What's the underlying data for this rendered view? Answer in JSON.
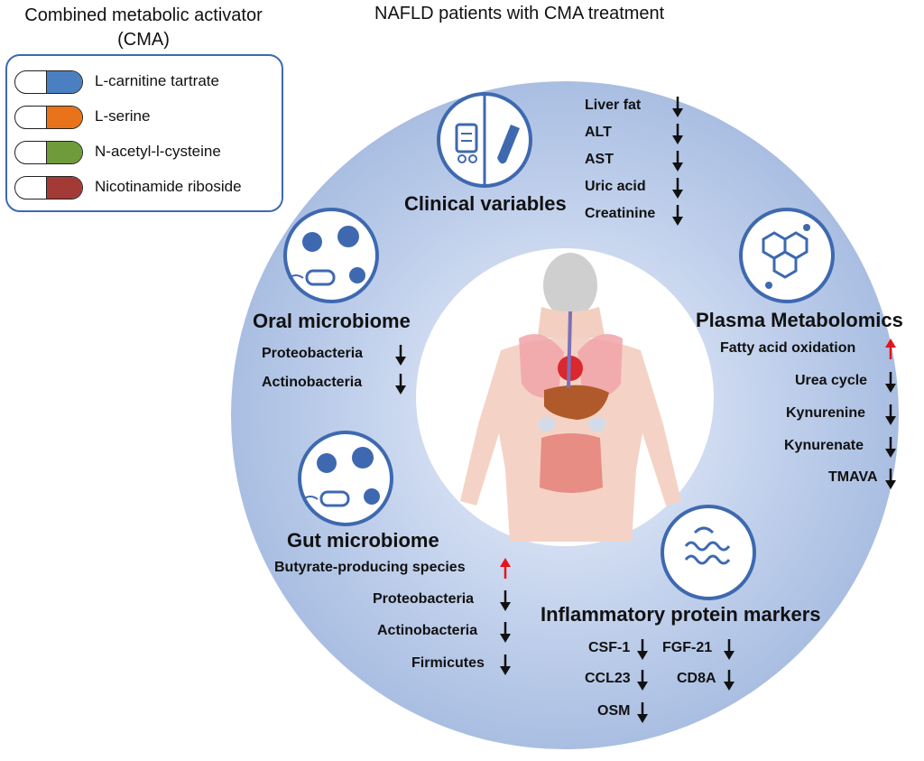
{
  "cma": {
    "title_line1": "Combined metabolic activator",
    "title_line2": "(CMA)",
    "components": [
      {
        "label": "L-carnitine tartrate",
        "color": "#4a7fc1"
      },
      {
        "label": "L-serine",
        "color": "#e8731a"
      },
      {
        "label": "N-acetyl-l-cysteine",
        "color": "#6f9b3a"
      },
      {
        "label": "Nicotinamide riboside",
        "color": "#a33a36"
      }
    ]
  },
  "main_title": "NAFLD patients with CMA treatment",
  "colors": {
    "ring_outer": "#a9bee2",
    "ring_inner": "#e4ebf7",
    "icon_stroke": "#3e69b0",
    "up_arrow": "#e3141b",
    "down_arrow": "#111111"
  },
  "clinical": {
    "title": "Clinical variables",
    "icon": "clinical-monitor-and-test-tube-icon",
    "items": [
      {
        "label": "Liver fat",
        "dir": "down"
      },
      {
        "label": "ALT",
        "dir": "down"
      },
      {
        "label": "AST",
        "dir": "down"
      },
      {
        "label": "Uric acid",
        "dir": "down"
      },
      {
        "label": "Creatinine",
        "dir": "down"
      }
    ]
  },
  "oral": {
    "title": "Oral microbiome",
    "icon": "bacteria-icon",
    "items": [
      {
        "label": "Proteobacteria",
        "dir": "down"
      },
      {
        "label": "Actinobacteria",
        "dir": "down"
      }
    ]
  },
  "plasma": {
    "title": "Plasma Metabolomics",
    "icon": "molecule-icon",
    "items": [
      {
        "label": "Fatty acid oxidation",
        "dir": "up"
      },
      {
        "label": "Urea cycle",
        "dir": "down"
      },
      {
        "label": "Kynurenine",
        "dir": "down"
      },
      {
        "label": "Kynurenate",
        "dir": "down"
      },
      {
        "label": "TMAVA",
        "dir": "down"
      }
    ]
  },
  "gut": {
    "title": "Gut microbiome",
    "icon": "bacteria-icon",
    "items": [
      {
        "label": "Butyrate-producing species",
        "dir": "up"
      },
      {
        "label": "Proteobacteria",
        "dir": "down"
      },
      {
        "label": "Actinobacteria",
        "dir": "down"
      },
      {
        "label": "Firmicutes",
        "dir": "down"
      }
    ]
  },
  "inflammatory": {
    "title": "Inflammatory protein markers",
    "icon": "protein-icon",
    "items": [
      {
        "label": "CSF-1",
        "dir": "down"
      },
      {
        "label": "CCL23",
        "dir": "down"
      },
      {
        "label": "OSM",
        "dir": "down"
      },
      {
        "label": "FGF-21",
        "dir": "down"
      },
      {
        "label": "CD8A",
        "dir": "down"
      }
    ]
  }
}
